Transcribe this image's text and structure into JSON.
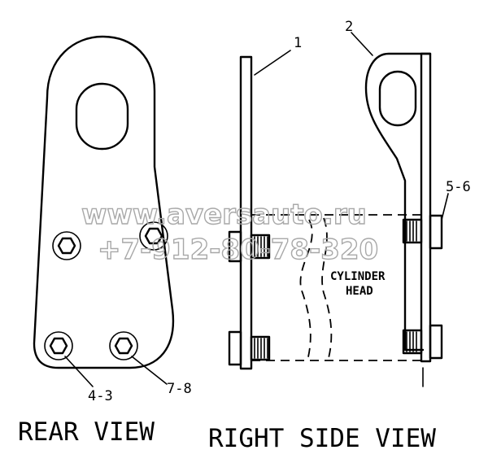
{
  "callouts": {
    "part_1": "1",
    "part_2": "2",
    "part_5_6": "5-6",
    "part_4_3": "4-3",
    "part_7_8": "7-8"
  },
  "cylinder_head": {
    "line1": "CYLINDER",
    "line2": "HEAD"
  },
  "captions": {
    "rear_view": "REAR VIEW",
    "right_side_view": "RIGHT SIDE VIEW"
  },
  "watermark": {
    "site": "www.aversauto.ru",
    "phone": "+7-912-80-78-320"
  }
}
